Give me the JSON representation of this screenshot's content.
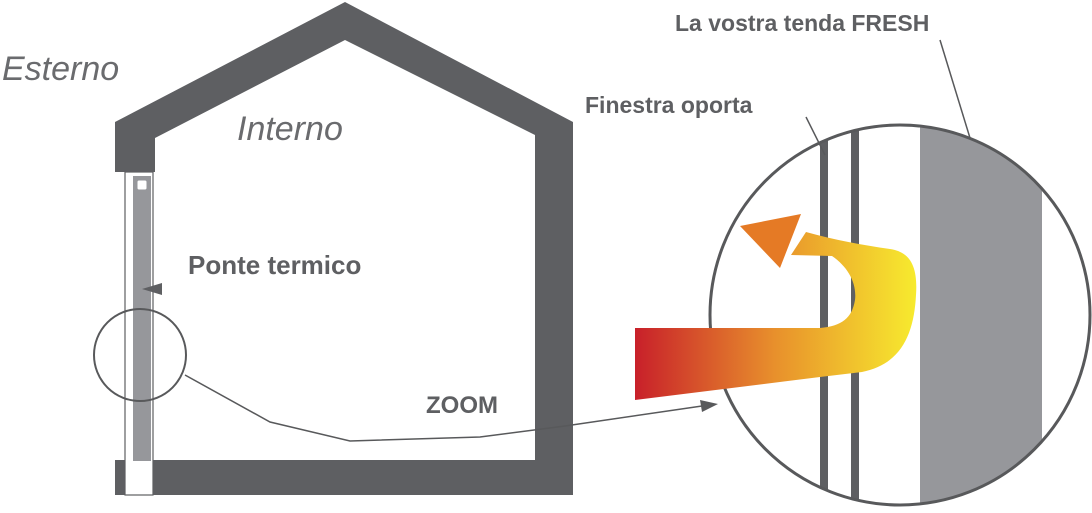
{
  "labels": {
    "outside": "Esterno",
    "inside": "Interno",
    "thermal_bridge": "Ponte termico",
    "zoom": "ZOOM",
    "window": "Finestra oporta",
    "curtain": "La vostra tenda FRESH"
  },
  "colors": {
    "wall": "#5e5f62",
    "curtain": "#96979b",
    "outline": "#58595b",
    "arrow_start": "#c8202a",
    "arrow_mid": "#e8902c",
    "arrow_end": "#f7ea2e",
    "arrow_head": "#e57a25"
  },
  "icons": {
    "heat_flow": "heat-flow-arrow-icon",
    "pointer": "pointer-arrow-icon"
  }
}
